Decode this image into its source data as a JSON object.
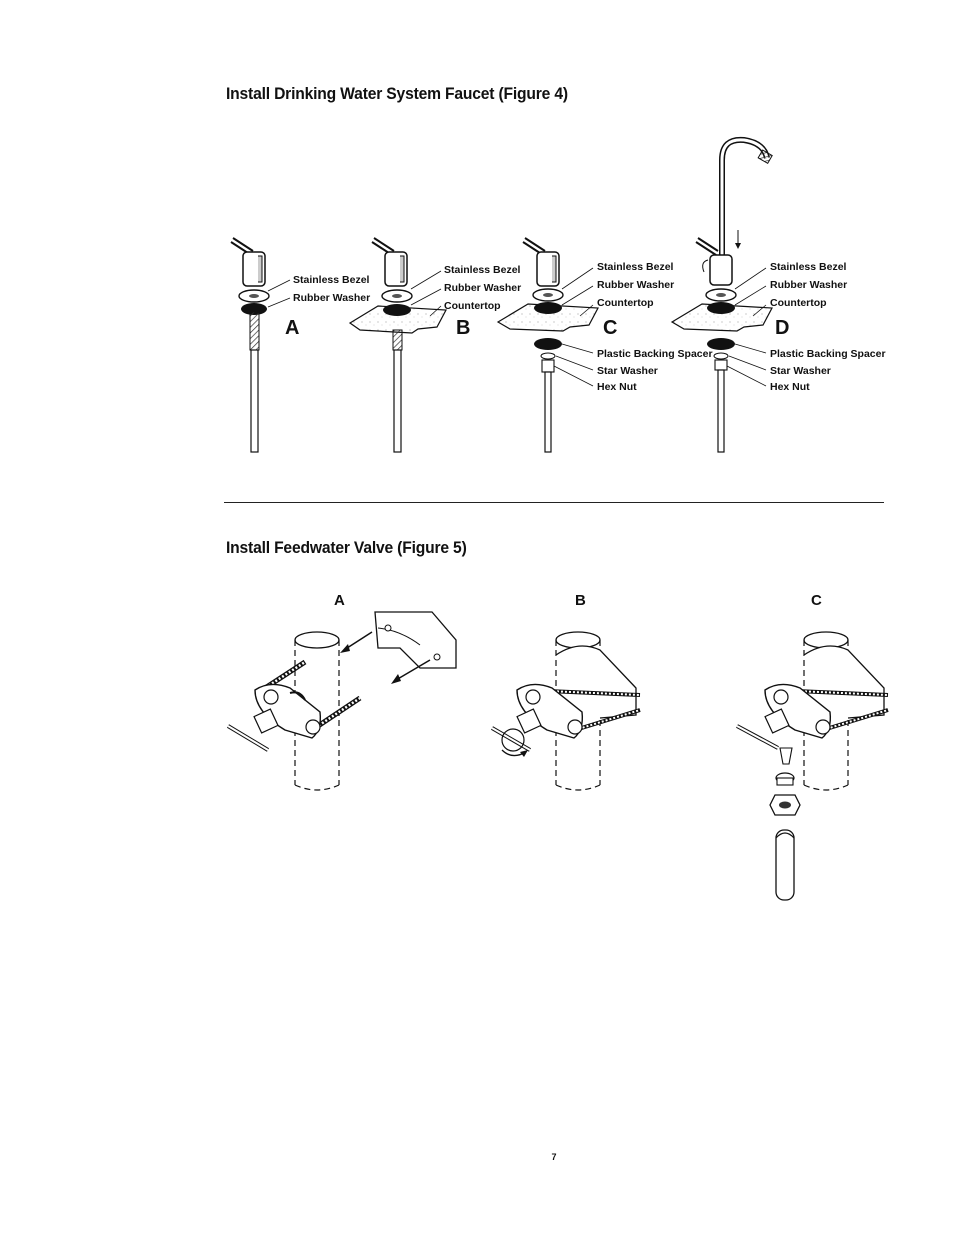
{
  "figure4": {
    "title": "Install Drinking Water System Faucet (Figure 4)",
    "panels": [
      {
        "letter": "A",
        "labels": [
          "Stainless Bezel",
          "Rubber Washer"
        ]
      },
      {
        "letter": "B",
        "labels": [
          "Stainless Bezel",
          "Rubber Washer",
          "Countertop"
        ]
      },
      {
        "letter": "C",
        "labels": [
          "Stainless Bezel",
          "Rubber Washer",
          "Countertop",
          "Plastic Backing Spacer",
          "Star Washer",
          "Hex Nut"
        ]
      },
      {
        "letter": "D",
        "labels": [
          "Stainless Bezel",
          "Rubber Washer",
          "Countertop",
          "Plastic Backing Spacer",
          "Star Washer",
          "Hex Nut"
        ]
      }
    ]
  },
  "figure5": {
    "title": "Install Feedwater Valve (Figure 5)",
    "panels": [
      "A",
      "B",
      "C"
    ]
  },
  "page_number": "7"
}
